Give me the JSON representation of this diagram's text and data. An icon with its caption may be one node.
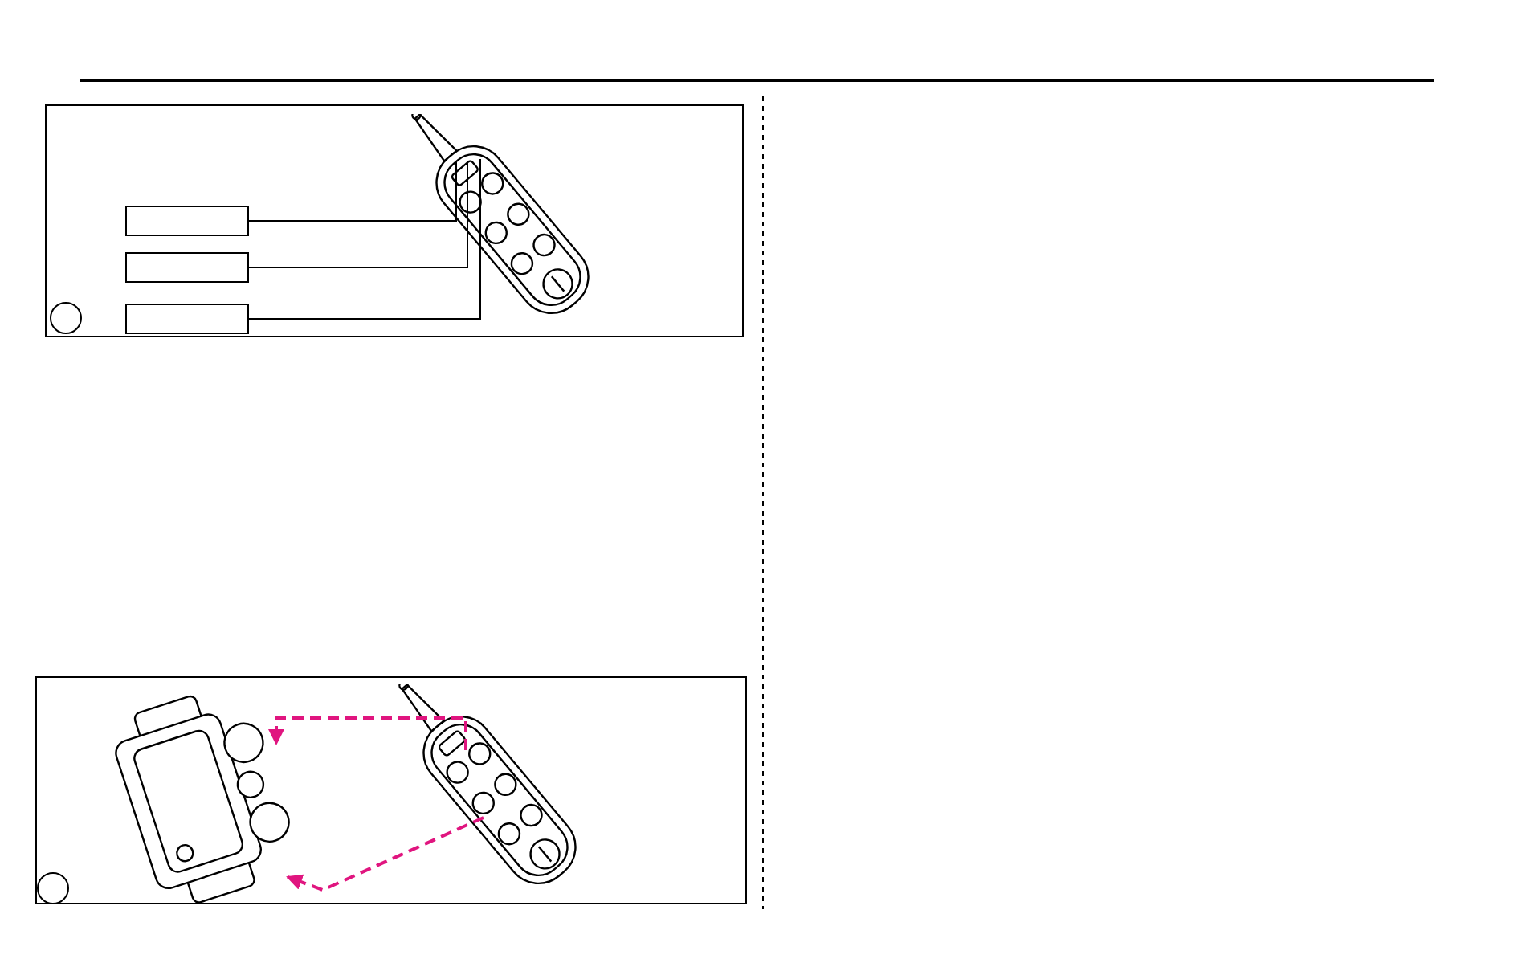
{
  "diagram": {
    "nodes": [
      {
        "text": [],
        "shape": "box"
      },
      {
        "text": [],
        "shape": "picture",
        "in": 0
      },
      {
        "text": [],
        "shape": "box",
        "in": 0
      },
      {
        "text": [],
        "shape": "box",
        "in": 0
      },
      {
        "text": [],
        "shape": "box",
        "in": 0
      },
      {
        "text": [],
        "shape": "circle",
        "in": 0
      },
      {
        "text": [],
        "shape": "box"
      },
      {
        "text": [],
        "shape": "picture",
        "in": 6
      },
      {
        "text": [],
        "shape": "picture",
        "in": 6
      },
      {
        "text": [],
        "shape": "circle",
        "in": 6
      }
    ],
    "edges": [
      {
        "from": 2,
        "to": 1,
        "arrow": "none"
      },
      {
        "from": 3,
        "to": 1,
        "arrow": "none"
      },
      {
        "from": 4,
        "to": 1,
        "arrow": "none"
      },
      {
        "from": 8,
        "to": 7,
        "arrow": "to",
        "style": "dashed",
        "color": "#e0157f"
      },
      {
        "from": 8,
        "to": 7,
        "arrow": "to",
        "style": "dashed",
        "color": "#e0157f"
      }
    ]
  }
}
